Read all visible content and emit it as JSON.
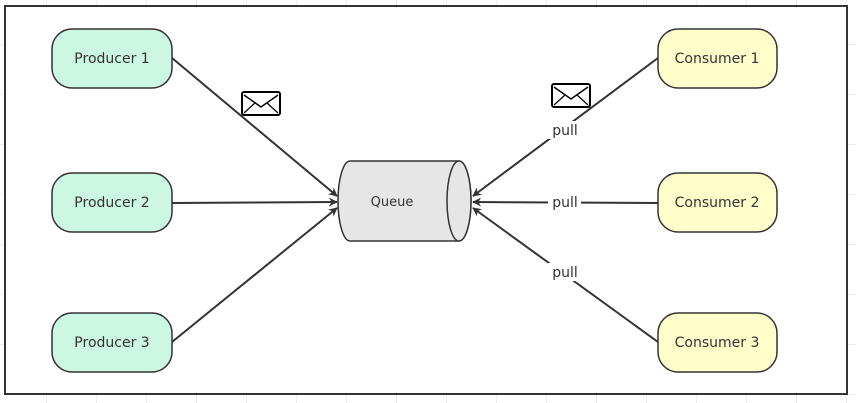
{
  "colors": {
    "producer_fill": "#ccf7e2",
    "consumer_fill": "#ffffcc",
    "queue_fill": "#e6e6e6",
    "stroke": "#333333"
  },
  "producers": [
    {
      "label": "Producer 1"
    },
    {
      "label": "Producer 2"
    },
    {
      "label": "Producer 3"
    }
  ],
  "consumers": [
    {
      "label": "Consumer 1"
    },
    {
      "label": "Consumer 2"
    },
    {
      "label": "Consumer 3"
    }
  ],
  "queue": {
    "label": "Queue"
  },
  "edge_labels": {
    "pull_1": "pull",
    "pull_2": "pull",
    "pull_3": "pull"
  },
  "icons": [
    "envelope-icon",
    "envelope-icon"
  ]
}
